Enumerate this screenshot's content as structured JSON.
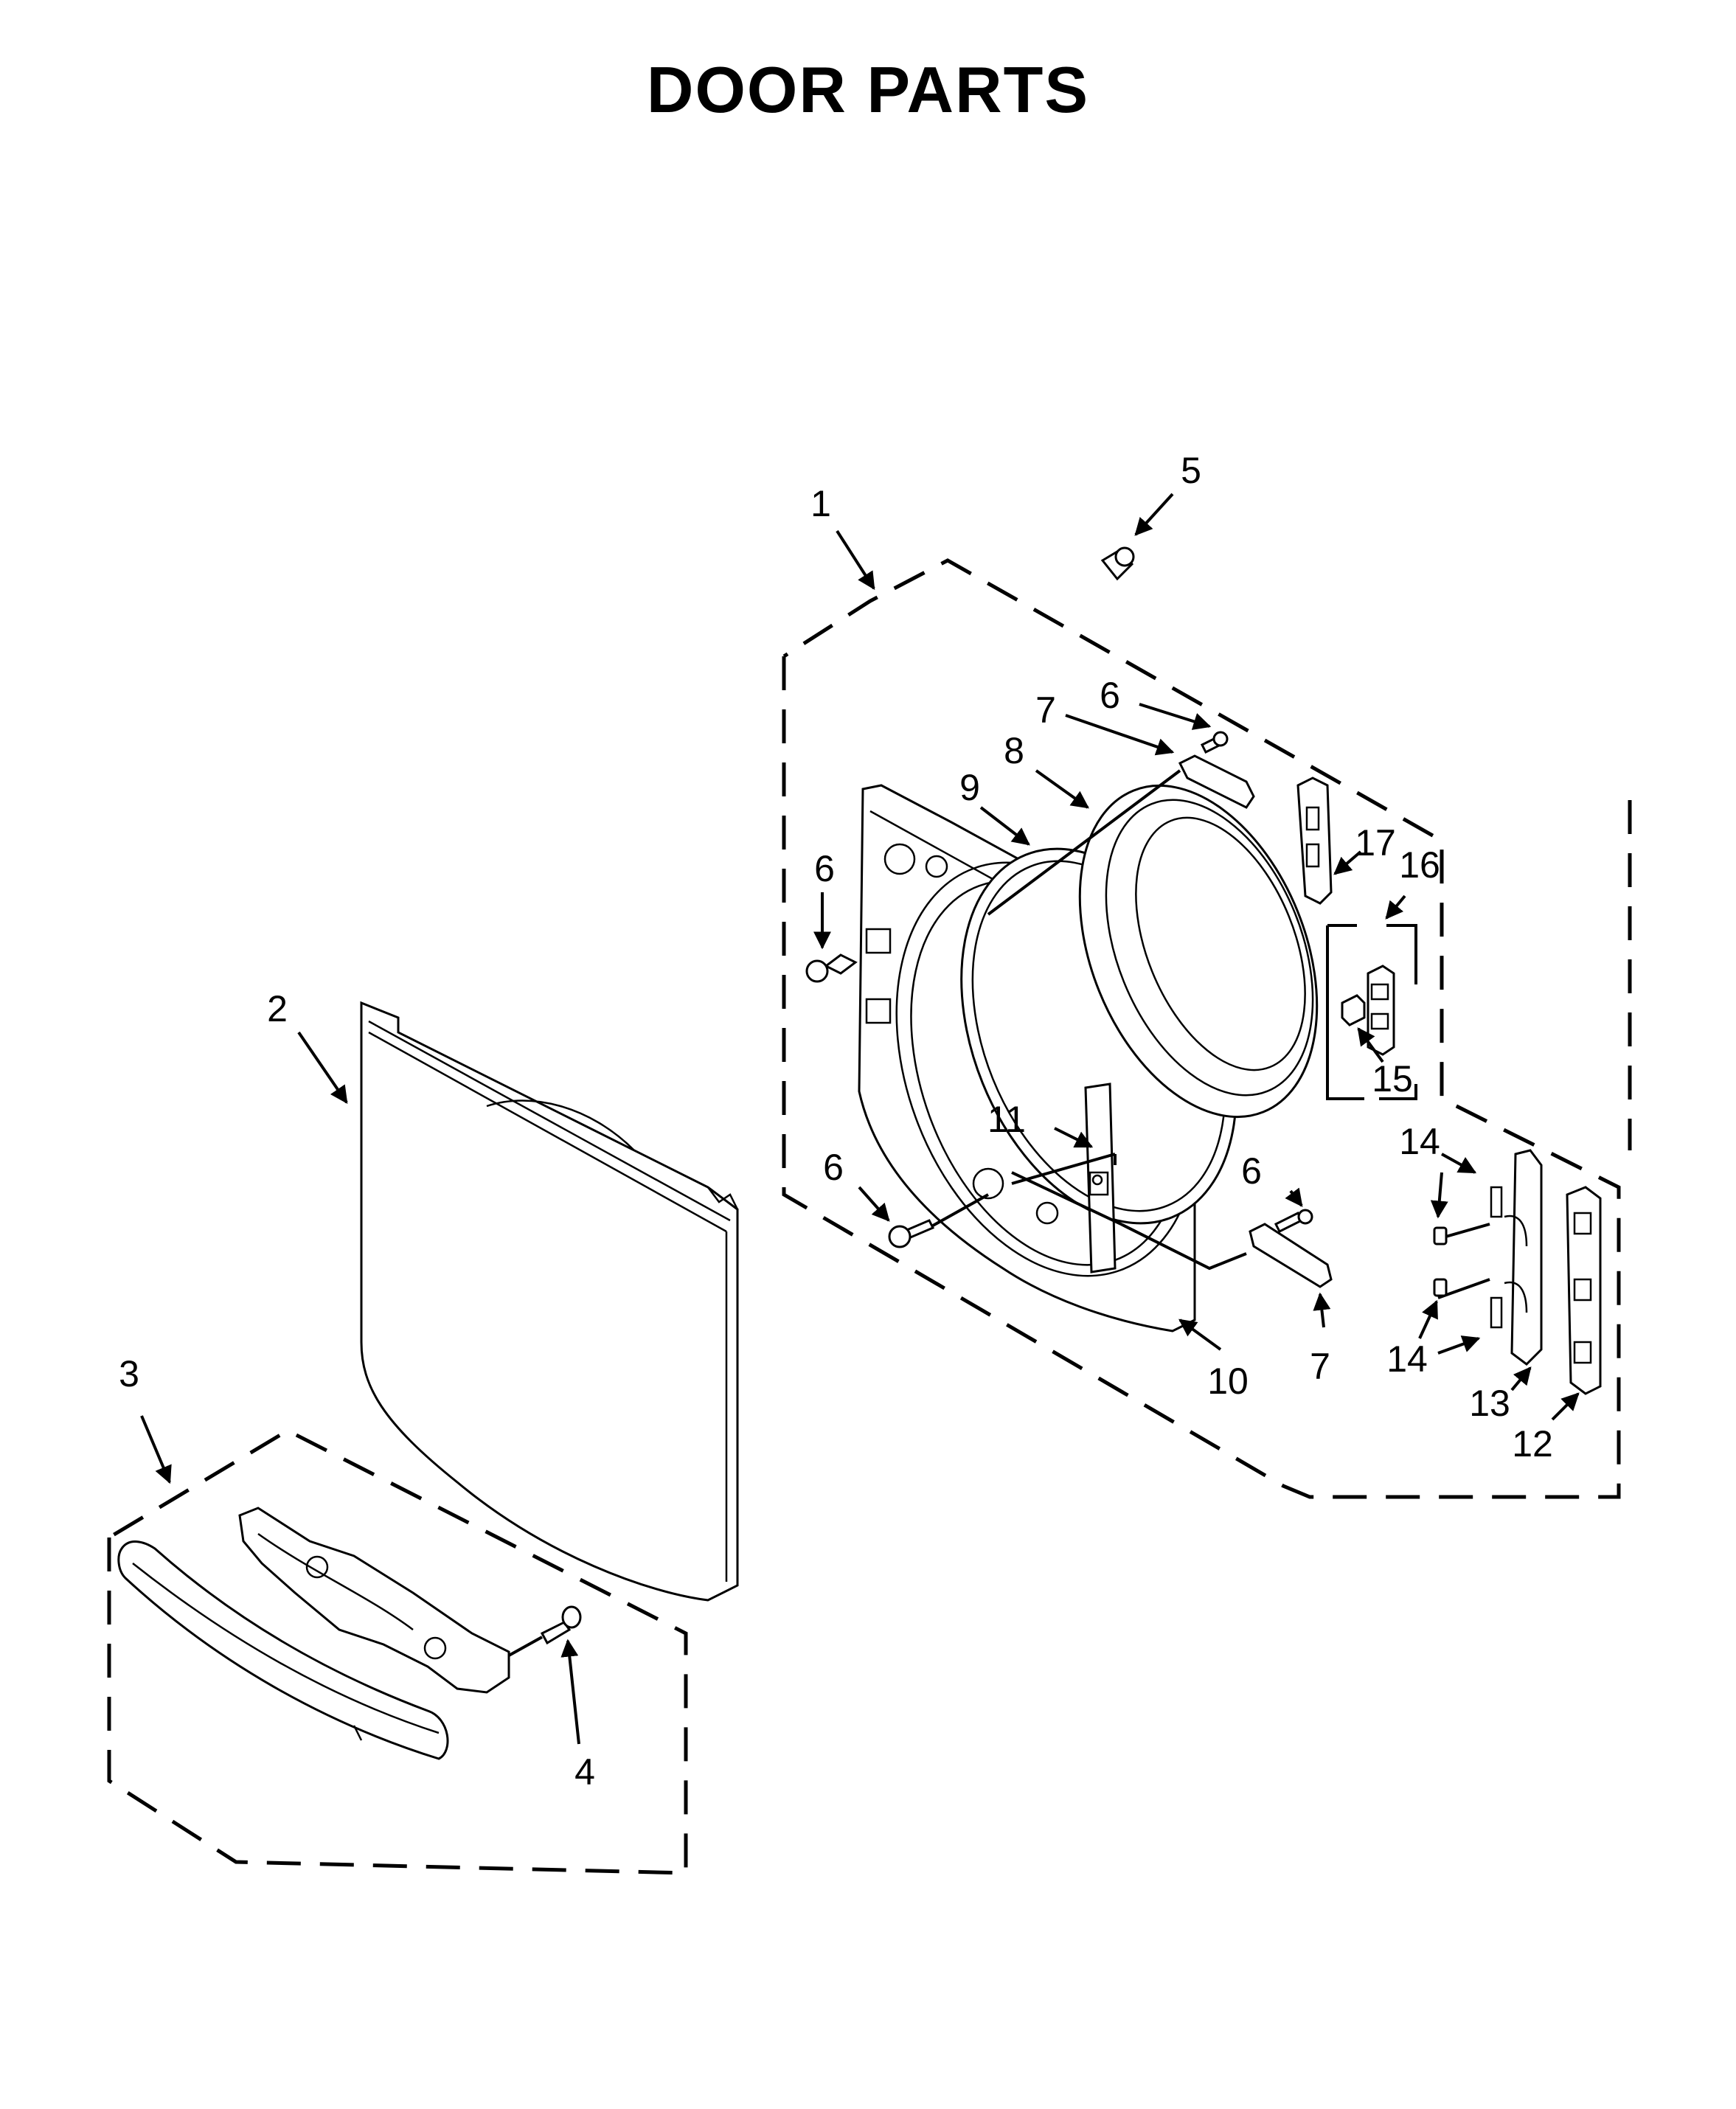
{
  "title": "DOOR PARTS",
  "callouts": {
    "c1": "1",
    "c2": "2",
    "c3": "3",
    "c4": "4",
    "c5": "5",
    "c6a": "6",
    "c6b": "6",
    "c6c": "6",
    "c6d": "6",
    "c7a": "7",
    "c7b": "7",
    "c8": "8",
    "c9": "9",
    "c10": "10",
    "c11": "11",
    "c12": "12",
    "c13": "13",
    "c14a": "14",
    "c14b": "14",
    "c15": "15",
    "c16": "16",
    "c17": "17"
  }
}
